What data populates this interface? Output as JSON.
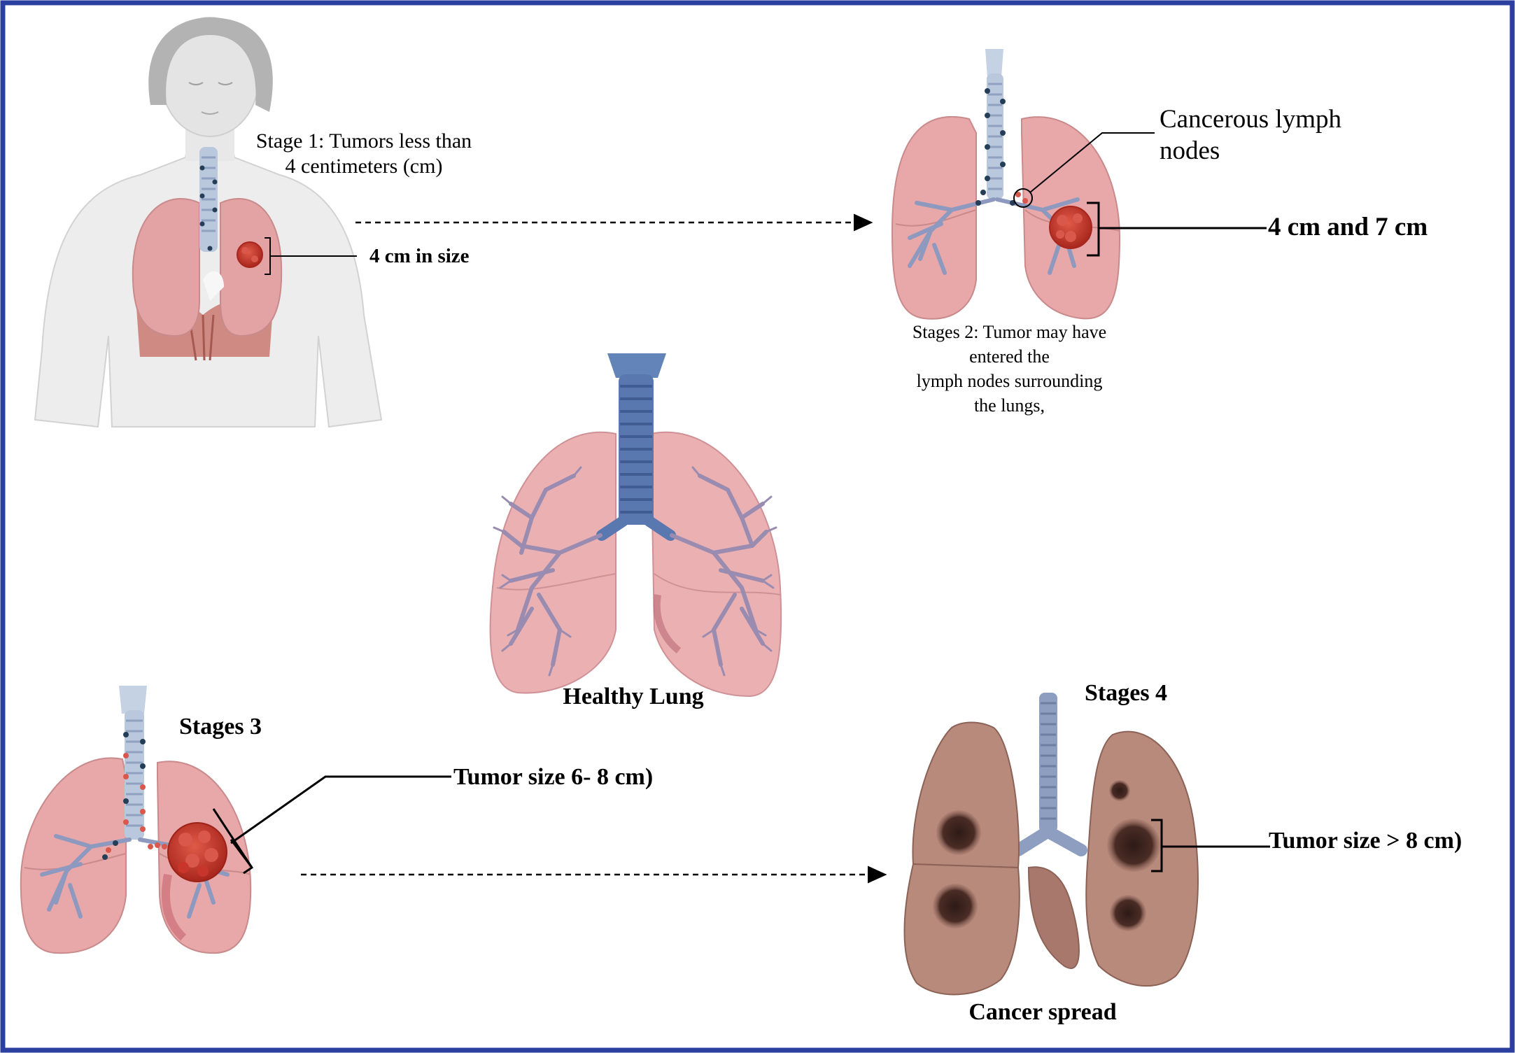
{
  "stage1": {
    "caption_line1": "Stage 1: Tumors less than",
    "caption_line2": "4 centimeters (cm)",
    "size_label": "4 cm in size"
  },
  "stage2": {
    "callout_line1": "Cancerous lymph",
    "callout_line2": "nodes",
    "size_label": "4 cm and 7 cm",
    "caption_line1": "Stages 2: Tumor may have",
    "caption_line2": "entered the",
    "caption_line3": "lymph nodes surrounding",
    "caption_line4": "the lungs,"
  },
  "healthy": {
    "label": "Healthy Lung"
  },
  "stage3": {
    "title": "Stages 3",
    "size_label": "Tumor size 6- 8 cm)"
  },
  "stage4": {
    "title": "Stages 4",
    "size_label": "Tumor size > 8 cm)",
    "caption": "Cancer spread"
  },
  "colors": {
    "frame": "#2b3fa0",
    "lung": "#e8a7a8",
    "lung_dark": "#c97b80",
    "trachea": "#b9c8dd",
    "bronchi": "#8e99c0",
    "healthy_trachea": "#5a78b0",
    "tumor": "#c8362b",
    "node_dark": "#253e57",
    "node_red": "#d9574b",
    "diseased_lung": "#b88a7c",
    "lesion": "#3a2420",
    "body": "#ececec",
    "hair": "#b3b3b3"
  }
}
